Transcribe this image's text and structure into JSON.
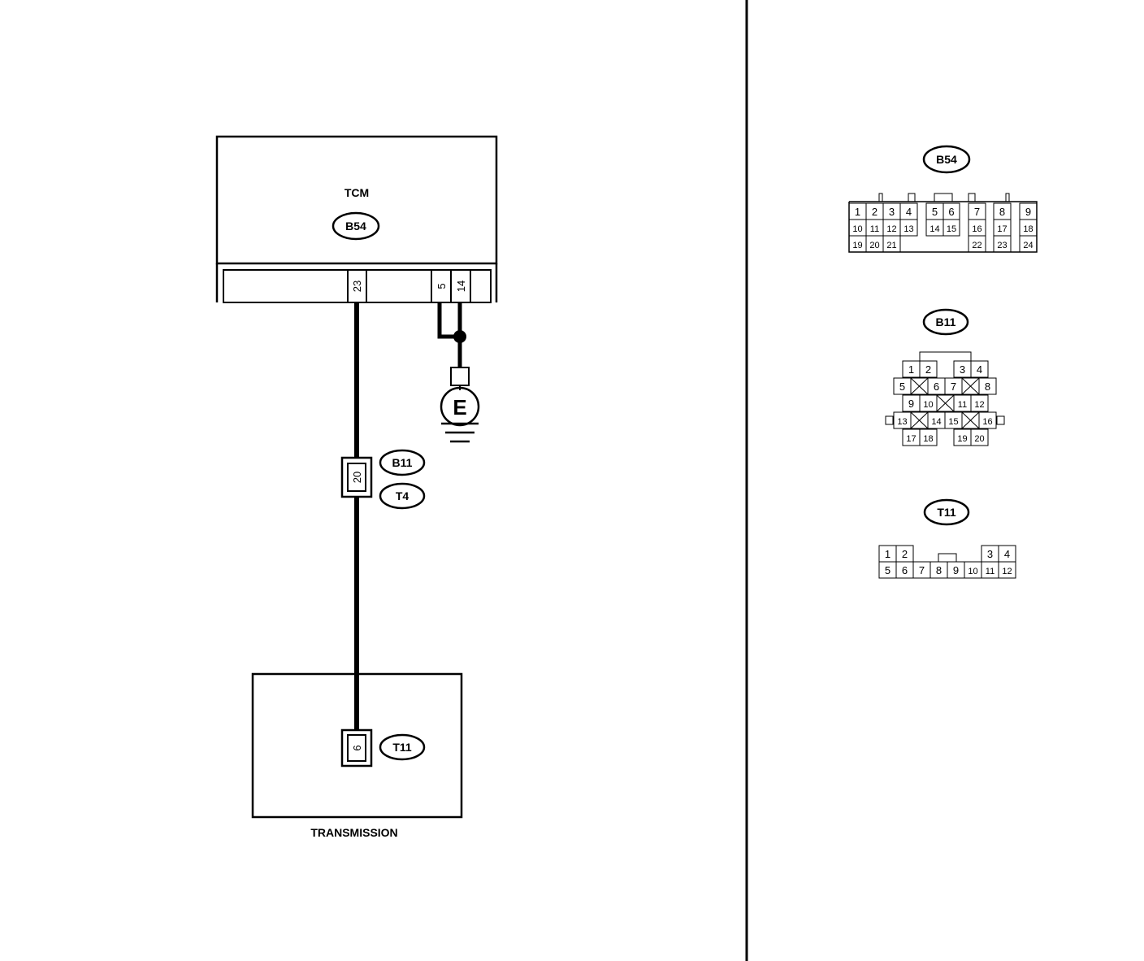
{
  "wiring": {
    "tcm_label": "TCM",
    "tcm_connector": "B54",
    "tcm_pins": {
      "signal": "23",
      "ground_a": "5",
      "ground_b": "14"
    },
    "ground_label": "E",
    "inline_connector_top": "B11",
    "inline_connector_bottom": "T4",
    "inline_pin": "20",
    "trans_connector": "T11",
    "trans_pin": "6",
    "trans_label": "TRANSMISSION"
  },
  "connectors": {
    "b54": {
      "tag": "B54",
      "row1": [
        "1",
        "2",
        "3",
        "4",
        "5",
        "6",
        "7",
        "8",
        "9"
      ],
      "row2": [
        "10",
        "11",
        "12",
        "13",
        "14",
        "15",
        "16",
        "17",
        "18"
      ],
      "row3": [
        "19",
        "20",
        "21",
        "22",
        "23",
        "24"
      ]
    },
    "b11": {
      "tag": "B11",
      "row1": [
        "1",
        "2",
        "3",
        "4"
      ],
      "row2": [
        "5",
        "6",
        "7",
        "8"
      ],
      "row3": [
        "9",
        "10",
        "11",
        "12"
      ],
      "row4": [
        "13",
        "14",
        "15",
        "16"
      ],
      "row5": [
        "17",
        "18",
        "19",
        "20"
      ]
    },
    "t11": {
      "tag": "T11",
      "row1": [
        "1",
        "2",
        "3",
        "4"
      ],
      "row2": [
        "5",
        "6",
        "7",
        "8",
        "9",
        "10",
        "11",
        "12"
      ]
    }
  }
}
